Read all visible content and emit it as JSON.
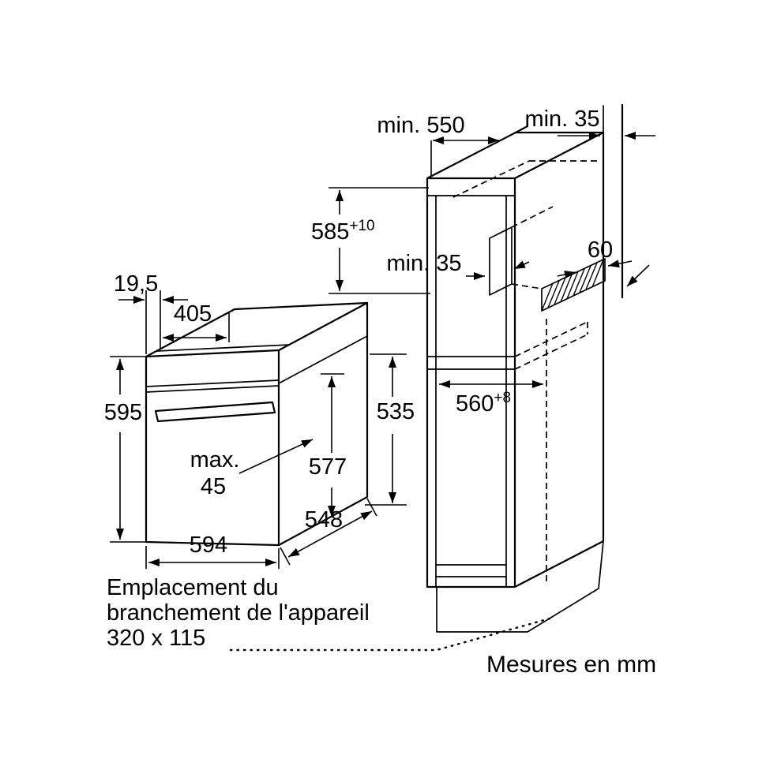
{
  "labels": {
    "cab_top_depth": "min. 550",
    "cab_wall_gap": "min. 35",
    "cab_niche_height_main": "585",
    "cab_niche_height_sup": "+10",
    "cab_back_gap": "min. 35",
    "cab_vent": "60",
    "cab_niche_depth_main": "560",
    "cab_niche_depth_sup": "+8",
    "oven_door_offset": "19,5",
    "oven_top_depth": "405",
    "oven_height": "595",
    "oven_handle_max_1": "max.",
    "oven_handle_max_2": "45",
    "oven_body_height": "577",
    "oven_rear_height": "535",
    "oven_width": "594",
    "oven_depth": "548",
    "note_1": "Emplacement du",
    "note_2": "branchement de l'appareil",
    "note_3": "320 x 115",
    "units": "Mesures en mm"
  }
}
